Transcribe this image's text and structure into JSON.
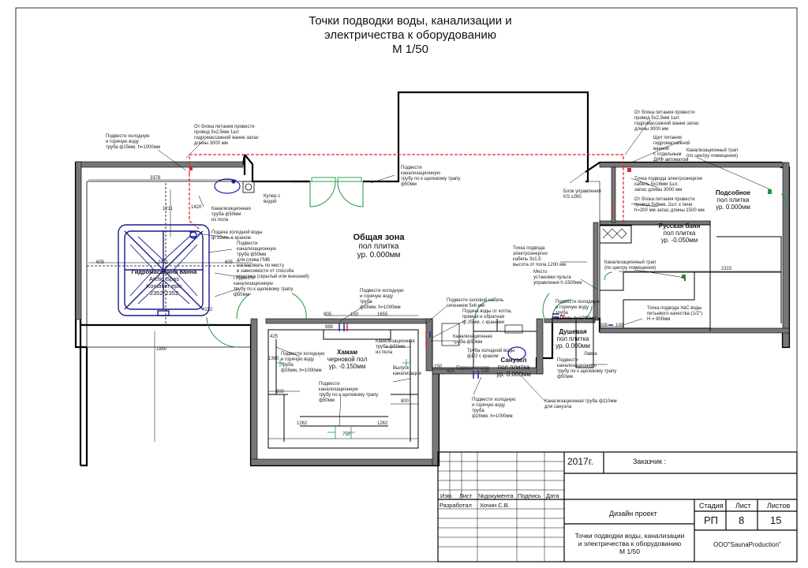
{
  "title": {
    "line1": "Точки подводки воды, канализации и",
    "line2": "электричества к оборудованию",
    "line3": "М 1/50"
  },
  "rooms": {
    "main": {
      "name": "Общая зона",
      "floor": "пол плитка",
      "level": "ур. 0.000мм"
    },
    "russian_bath": {
      "name": "Русская баня",
      "floor": "пол плитка",
      "level": "ур. -0.050мм"
    },
    "podsobnoe": {
      "name": "Подсобное",
      "floor": "пол плитка",
      "level": "ур. 0.000мм"
    },
    "hamam": {
      "name": "Хамам",
      "floor": "черновой пол",
      "level": "ур. -0.150мм"
    },
    "shower": {
      "name": "Душевая",
      "floor": "пол плитка",
      "level": "ур. 0.000мм"
    },
    "wc": {
      "name": "Санузел",
      "floor": "пол плитка",
      "level": "ур. 0.000мм"
    },
    "jacuzzi": {
      "name": "Гидромассажна ванна",
      "model": "Arctic Spas",
      "maker": "Kondiker epic",
      "size": "2352*2352"
    }
  },
  "notes": [
    "Подвести холодную\nи горячую воду\nтруба ф15мм, h=1000мм",
    "От блока питания провести\nпровод 5х2,5мм 1шт.\nгидромассажной ванне запас\nдлины 3000 мм",
    "Кулер с\nводой",
    "Канализационная\nтруба ф50мм\nиз пола",
    "Подача холодной воды\nф 32мм, с краном.",
    "Подвести\nканализационную\nтруба ф50мм\nдля слива ГМВ\nсогласовать по месту\nв зависимости от способа\nмонтажа (скрытый или внешний)",
    "Подвести\nканализационную\nтрубу по к щелевому трапу\nф50мм",
    "Подвести\nканализационную\nтрубу по к щелевому трапу\nф50мм",
    "Блок управления\nKS c260",
    "От блока питания провести\nпровод 5х2,5мм 1шт.\nгидромассажной ванне запас\nдлины 3000 мм",
    "Щит питания\nгидромассажной\nванной\nс отдельным\nДИФ автоматом",
    "Канализационный трап\n(по центру помещения)",
    "Точка подвода электроэнергии\nкабель 5х16мм 1шт.\nзапас длины 3000 мм",
    "От блока питания провести\nпровод 5х6мм, 2шт. к печи\nh=200 мм запас длины 1500 мм",
    "Точка подвода\nэлектроэнергии\nкабель 3х1,5\nвысота от пола 1200 мм",
    "Место\nустановки пульта\nуправления h-1500мм",
    "Канализационный трап\n(по центру помещения)",
    "Точка подвода ХвС воды\nпитьевого качества (1/2\")\nH = 900мм",
    "Подвести холодную\nи горячую воду\nтруба\nф16мм, h=1000мм",
    "Подвести силовой кабель\nсечением 5х6 мм",
    "Подача воды от котла,\nпрямая и обратная\nф 25мм, с кранами",
    "Подвести холодную\nи горячую воду\nтруба\nф16мм, h=1000мм",
    "Канализационная\nтруба ф50мм\nиз пола",
    "Канализационная\nтруба ф50мм",
    "Труба холодной воды\nф1/2 с краном",
    "Парогенератор",
    "Подвести холодную\nи горячую воду\nтруба\nф16мм, h=1000мм",
    "Выпуск\nканализации",
    "Подвести\nканализационную\nтрубу по к щелевому трапу\nф50мм",
    "Подвести\nканализационную\nтрубу по к щелевому трапу\nф50мм",
    "Подвести холодную\nи горячую воду\nтруба\nф16мм, h=1000мм",
    "Канализационная труба ф110мм\nдля санузла",
    "Лавка"
  ],
  "dimensions": [
    "3378",
    "1211",
    "605",
    "2441",
    "1420",
    "1850",
    "605",
    "4152",
    "805",
    "150",
    "1655",
    "888",
    "425",
    "800",
    "800",
    "1262",
    "1262",
    "750",
    "1360",
    "605",
    "100",
    "2315",
    "425",
    "150",
    "150"
  ],
  "stamp": {
    "year": "2017г.",
    "customer_label": "Заказчик :",
    "headers": [
      "Изм.",
      "Лист",
      "№документа",
      "Подпись",
      "Дата"
    ],
    "developed_label": "Разработал",
    "developer": "Хочин С.В.",
    "project_type": "Дизайн проект",
    "stage_label": "Стадия",
    "sheet_label": "Лист",
    "sheets_label": "Листов",
    "stage": "РП",
    "sheet": "8",
    "sheets": "15",
    "drawing_title": "Точки подводки воды, канализации\nи электричества к оборудованию\nМ 1/50",
    "company": "ООО\"SaunaProduction\""
  },
  "colors": {
    "wall": "#000000",
    "wall_fill": "#777777",
    "electric": "#e0202a",
    "water": "#1a1aa8",
    "door": "#1b9a3a",
    "jacuzzi": "#1b1b8c"
  }
}
